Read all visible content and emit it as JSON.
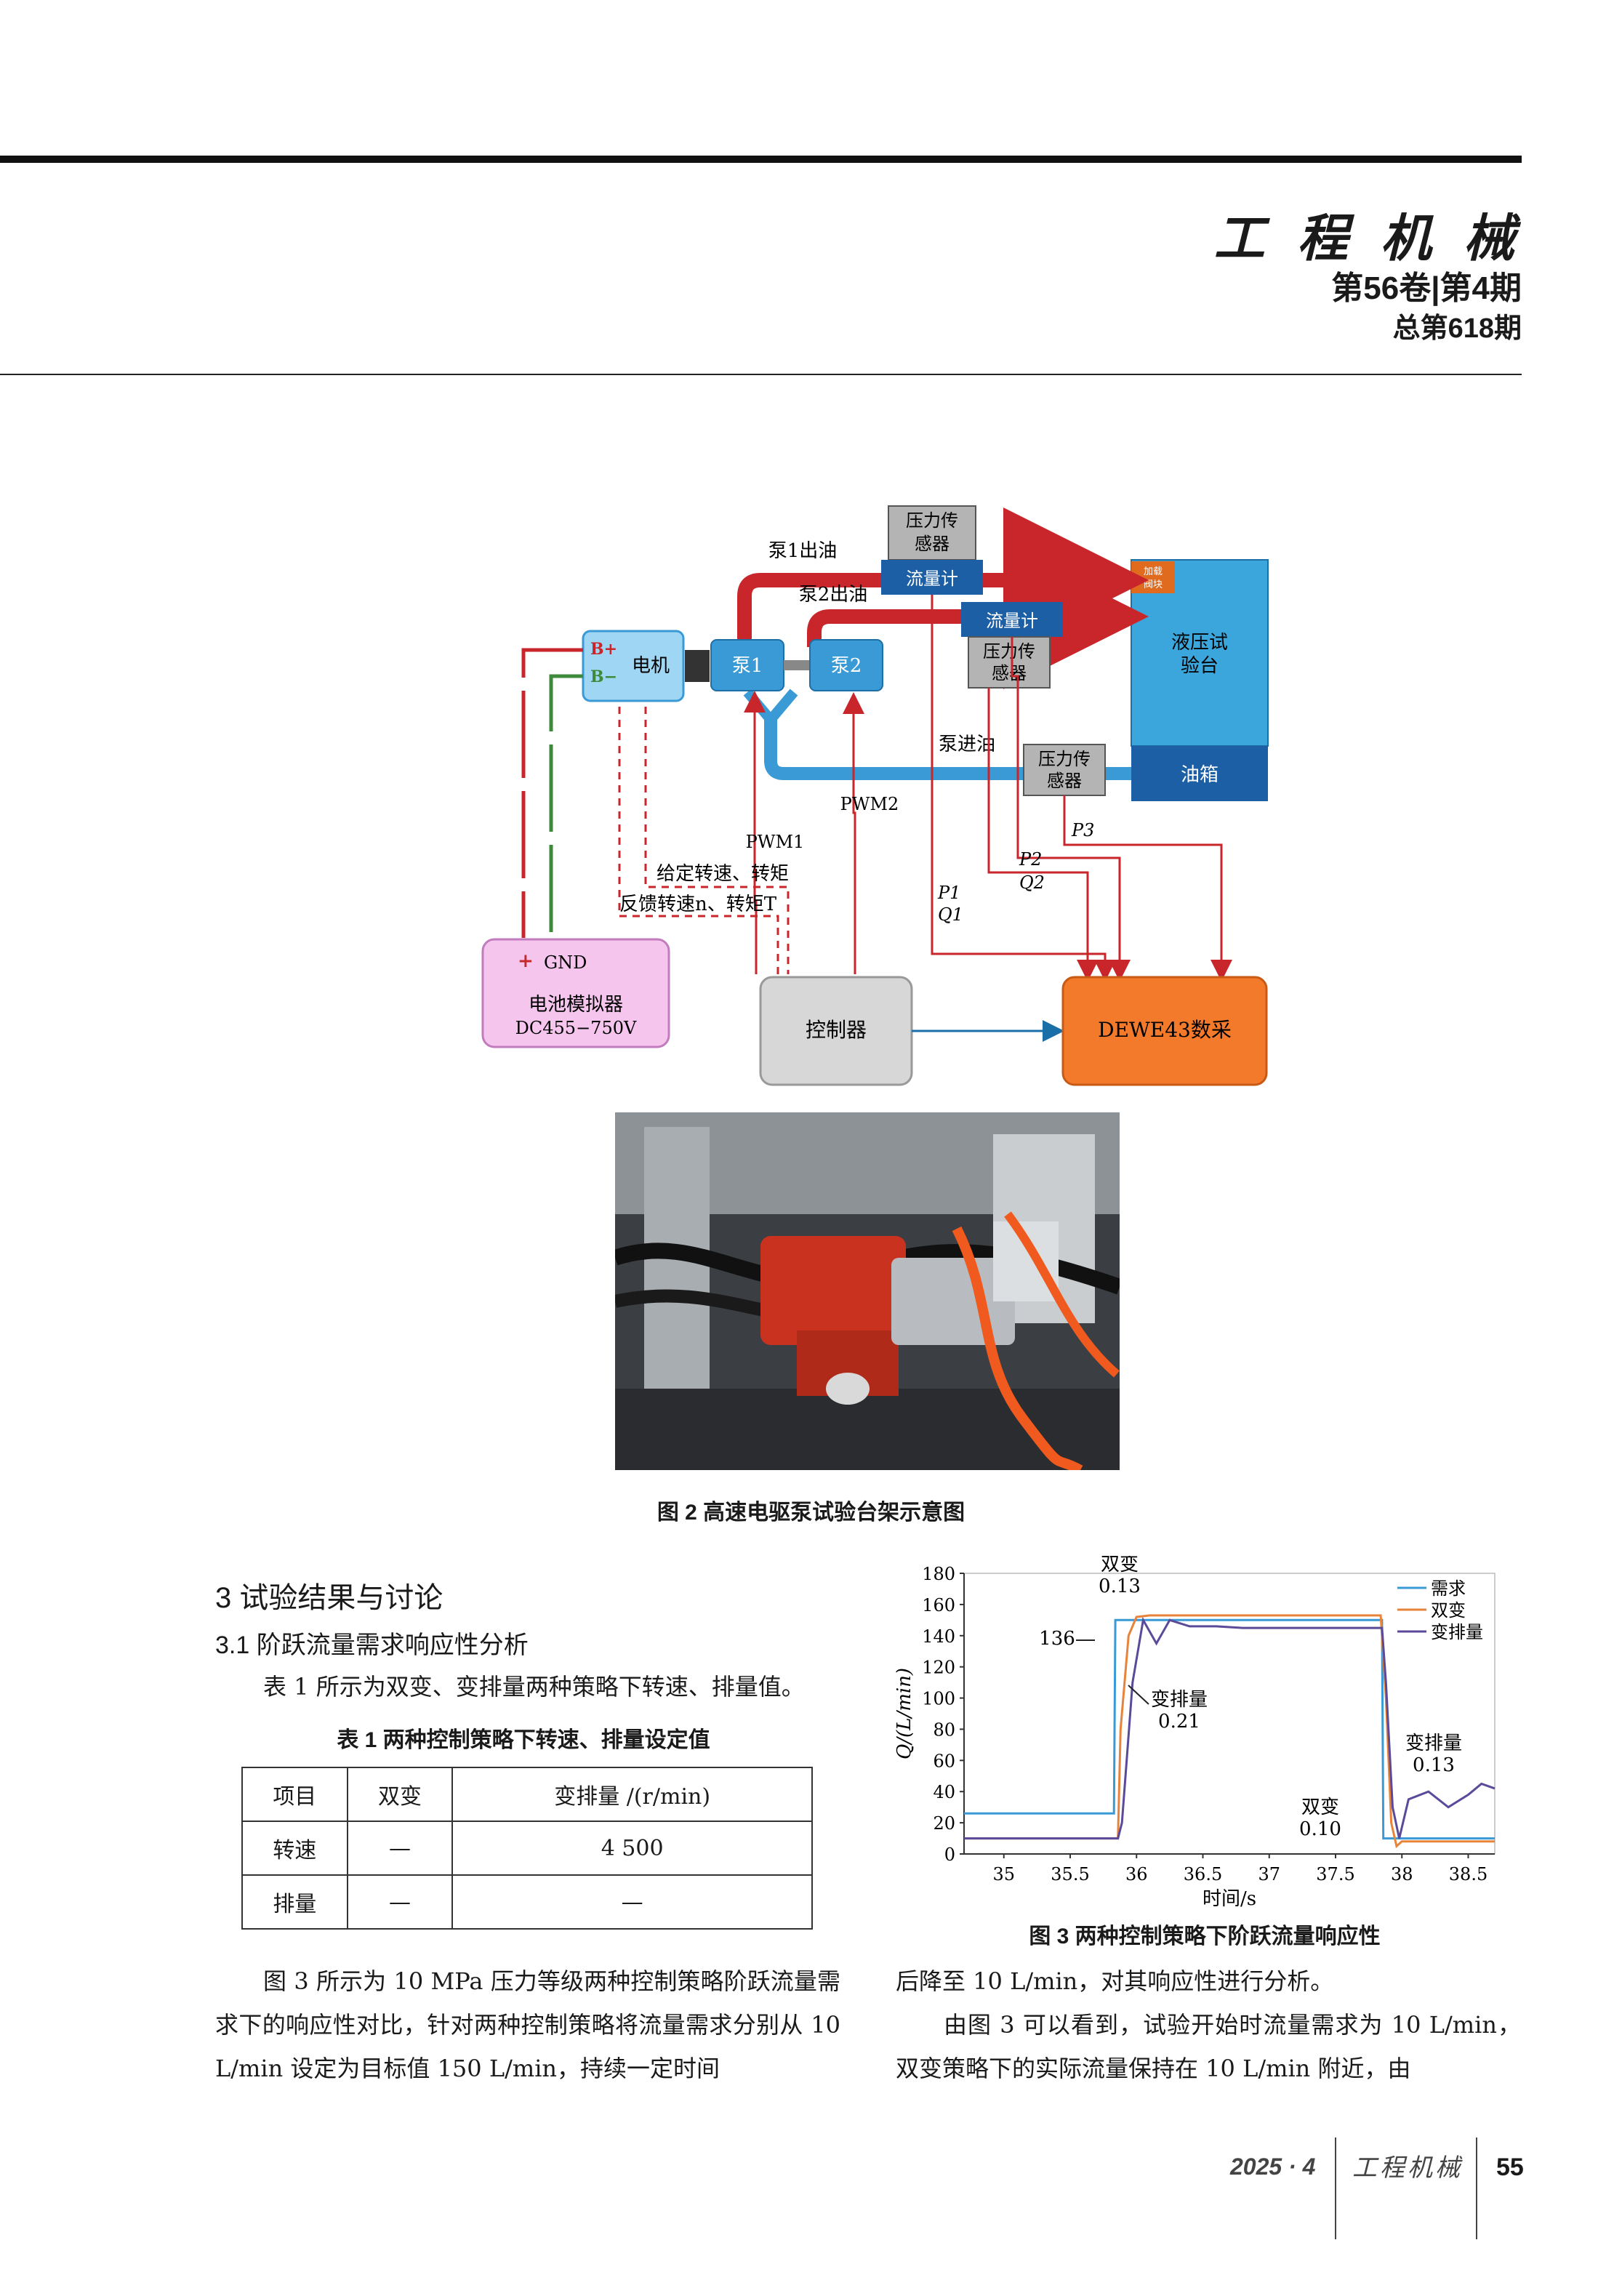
{
  "header": {
    "journal_name": "工 程 机 械",
    "issue": "第56卷|第4期",
    "total_issue": "总第618期"
  },
  "figure2": {
    "caption": "图 2   高速电驱泵试验台架示意图",
    "labels": {
      "pressure_sensor": "压力传",
      "pressure_sensor_2": "感器",
      "flowmeter": "流量计",
      "pump1_out": "泵1出油",
      "pump2_out": "泵2出油",
      "motor": "电机",
      "pump1": "泵1",
      "pump2": "泵2",
      "load_valve_1": "加载",
      "load_valve_2": "阀块",
      "hydraulic_bench_1": "液压试",
      "hydraulic_bench_2": "验台",
      "oil_tank": "油箱",
      "pump_in": "泵进油",
      "b_plus": "B+",
      "b_minus": "B−",
      "pwm1": "PWM1",
      "pwm2": "PWM2",
      "given": "给定转速、转矩",
      "feedback": "反馈转速n、转矩T",
      "p1": "P1",
      "q1": "Q1",
      "p2": "P2",
      "q2": "Q2",
      "p3": "P3",
      "plus": "+",
      "gnd": "GND",
      "battery_sim_1": "电池模拟器",
      "battery_sim_2": "DC455−750V",
      "controller": "控制器",
      "daq": "DEWE43数采"
    },
    "colors": {
      "red": "#c8262b",
      "blue": "#3a9ad6",
      "green": "#3d8a3a",
      "orange": "#f47a2b",
      "pink": "#f5c5ee"
    }
  },
  "section3": {
    "title": "3  试验结果与讨论",
    "sub_title": "3.1  阶跃流量需求响应性分析",
    "para1": "表 1 所示为双变、变排量两种策略下转速、排量值。",
    "table1": {
      "caption": "表 1    两种控制策略下转速、排量设定值",
      "headers": [
        "项目",
        "双变",
        "变排量 /(r/min)"
      ],
      "rows": [
        [
          "转速",
          "—",
          "4 500"
        ],
        [
          "排量",
          "—",
          "—"
        ]
      ]
    },
    "para2": "图 3 所示为 10 MPa 压力等级两种控制策略阶跃流量需求下的响应性对比，针对两种控制策略将流量需求分别从 10 L/min 设定为目标值 150 L/min，持续一定时间",
    "para3_line1": "后降至 10 L/min，对其响应性进行分析。",
    "para3_line2": "由图 3 可以看到，试验开始时流量需求为 10 L/min，双变策略下的实际流量保持在 10 L/min 附近，由"
  },
  "figure3": {
    "caption": "图 3    两种控制策略下阶跃流量响应性",
    "annotations": {
      "dual_top": "双变",
      "dual_top_val": "0.13",
      "val_136": "136",
      "var_mid": "变排量",
      "var_mid_val": "0.21",
      "var_right": "变排量",
      "var_right_val": "0.13",
      "dual_bottom": "双变",
      "dual_bottom_val": "0.10"
    }
  },
  "chart_data": {
    "type": "line",
    "title": "",
    "xlabel": "时间/s",
    "ylabel": "Q/(L/min)",
    "xlim": [
      34.7,
      38.7
    ],
    "ylim": [
      0,
      180
    ],
    "xticks": [
      "35",
      "35.5",
      "36",
      "36.5",
      "37",
      "37.5",
      "38",
      "38.5"
    ],
    "yticks": [
      "0",
      "20",
      "40",
      "60",
      "80",
      "100",
      "120",
      "140",
      "160",
      "180"
    ],
    "legend_position": "top-right",
    "series": [
      {
        "name": "需求",
        "color": "#3a9ad6",
        "x": [
          34.7,
          35.83,
          35.84,
          37.85,
          37.86,
          38.7
        ],
        "y": [
          26,
          26,
          150,
          150,
          10,
          10
        ]
      },
      {
        "name": "双变",
        "color": "#e8833a",
        "x": [
          34.7,
          35.86,
          35.88,
          35.94,
          36.0,
          36.1,
          37.84,
          37.88,
          37.92,
          37.96,
          38.0,
          38.7
        ],
        "y": [
          10,
          10,
          80,
          140,
          152,
          153,
          153,
          100,
          20,
          5,
          8,
          8
        ]
      },
      {
        "name": "变排量",
        "color": "#5b4a9a",
        "x": [
          34.7,
          35.86,
          35.89,
          35.97,
          36.05,
          36.15,
          36.25,
          36.4,
          36.6,
          36.8,
          37.0,
          37.3,
          37.6,
          37.85,
          37.88,
          37.93,
          37.98,
          38.05,
          38.2,
          38.35,
          38.5,
          38.6,
          38.7
        ],
        "y": [
          10,
          10,
          20,
          110,
          150,
          135,
          150,
          146,
          146,
          145,
          145,
          145,
          145,
          145,
          110,
          30,
          10,
          35,
          40,
          30,
          38,
          45,
          42
        ]
      }
    ]
  },
  "footer": {
    "year_issue": "2025 · 4",
    "journal_short": "工程机械",
    "page": "55"
  }
}
